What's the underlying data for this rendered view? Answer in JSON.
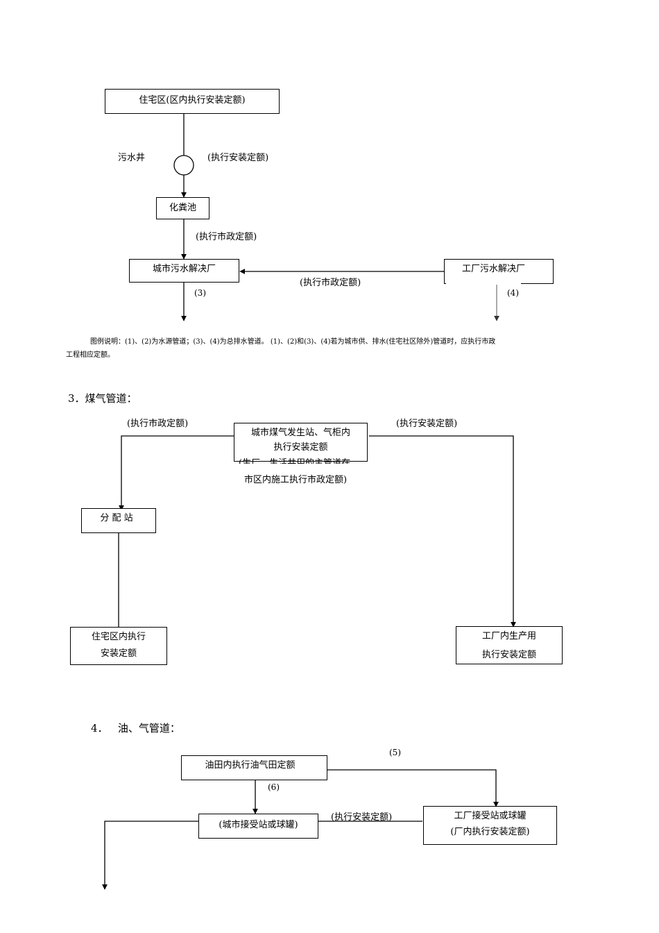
{
  "sewage": {
    "residential": "住宅区(区内执行安装定额)",
    "manhole_label": "污水井",
    "manhole_rate": "(执行安装定额)",
    "septic": "化粪池",
    "municipal_rate_1": "(执行市政定额)",
    "city_plant": "城市污水解决厂",
    "factory_plant": "工厂污水解决厂",
    "municipal_rate_2": "(执行市政定额)",
    "label_3": "(3)",
    "label_4": "(4)",
    "legend_line1": "图例说明：(1)、(2)为水源管道；(3)、(4)为总排水管道。 (1)、(2)和(3)、(4)若为城市供、排水(住宅社区除外)管道时，应执行市政",
    "legend_line2": "工程相应定额。"
  },
  "gas": {
    "heading": "3．煤气管道：",
    "municipal_rate": "(执行市政定额)",
    "install_rate": "(执行安装定额)",
    "source_line1": "城市煤气发生站、气柜内",
    "source_line2": "执行安装定额",
    "source_partial": "(生厂、生活共用的主管道在",
    "source_line4": "市区内施工执行市政定额)",
    "distribution": "分 配 站",
    "residential_line1": "住宅区内执行",
    "residential_line2": "安装定额",
    "factory_line1": "工厂内生产用",
    "factory_line2": "执行安装定额"
  },
  "oil": {
    "heading": "4．   油、气管道：",
    "field": "油田内执行油气田定额",
    "label_5": "(5)",
    "label_6": "(6)",
    "city_station": "(城市接受站或球罐)",
    "install_rate": "(执行安装定额)",
    "factory_line1": "工厂接受站或球罐",
    "factory_line2": "(厂内执行安装定额)"
  }
}
